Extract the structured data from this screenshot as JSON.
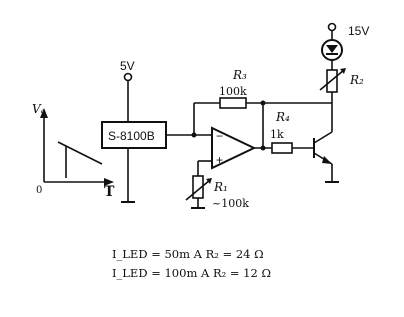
{
  "graph": {
    "y_label": "Vₐ",
    "origin_label": "0",
    "x_label": "T"
  },
  "ic": {
    "label": "S-8100B",
    "supply_label": "5V"
  },
  "resistors": {
    "r3_label": "R₃",
    "r3_value": "100k",
    "r4_label": "R₄",
    "r4_value": "1k",
    "r1_label": "R₁",
    "r1_value": "~100k",
    "r2_label": "R₂"
  },
  "opamp": {
    "minus": "−",
    "plus": "+"
  },
  "led": {
    "supply_label": "15V"
  },
  "notes": {
    "line1": "I_LED = 50m A  R₂ = 24 Ω",
    "line2": "I_LED = 100m A  R₂ = 12 Ω"
  }
}
